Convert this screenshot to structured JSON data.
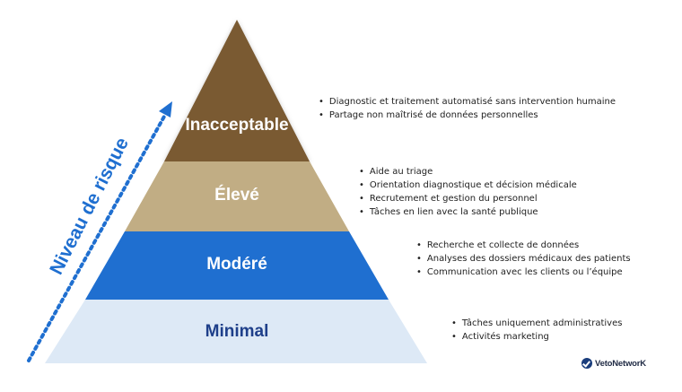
{
  "axis_label": "Niveau de risque",
  "tiers": [
    {
      "label": "Inacceptable",
      "color": "#7a5a33",
      "text_color": "#ffffff",
      "bullets": [
        "Diagnostic et traitement automatisé sans intervention humaine",
        "Partage non maîtrisé de données personnelles"
      ]
    },
    {
      "label": "Élevé",
      "color": "#c1ad84",
      "text_color": "#ffffff",
      "bullets": [
        "Aide au triage",
        "Orientation diagnostique et décision médicale",
        "Recrutement et gestion du personnel",
        "Tâches en lien avec la santé publique"
      ]
    },
    {
      "label": "Modéré",
      "color": "#1f6fd0",
      "text_color": "#ffffff",
      "bullets": [
        "Recherche et collecte de données",
        "Analyses des dossiers médicaux des patients",
        "Communication avec les clients ou l’équipe"
      ]
    },
    {
      "label": "Minimal",
      "color": "#dde9f6",
      "text_color": "#1e3f8a",
      "bullets": [
        "Tâches uniquement administratives",
        "Activités marketing"
      ]
    }
  ],
  "logo": {
    "text": "VetoNetworK",
    "color": "#1a3d7c"
  },
  "arrow_color": "#1f6fd0"
}
